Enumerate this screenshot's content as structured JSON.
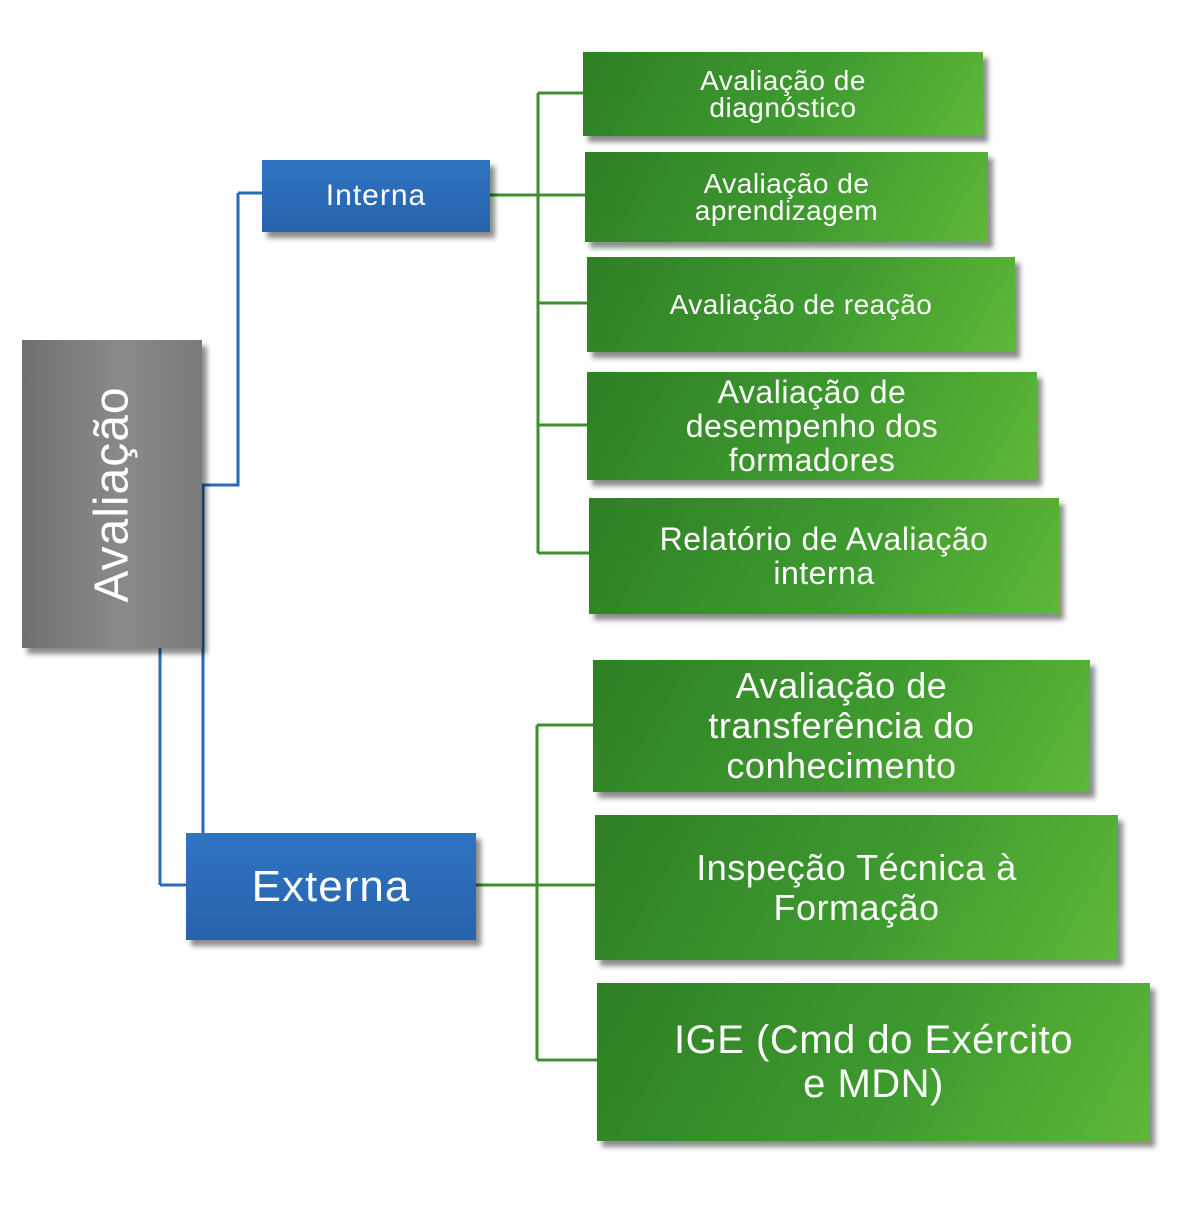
{
  "diagram": {
    "root": {
      "label": "Avaliação"
    },
    "interna": {
      "label": "Interna",
      "children": [
        {
          "label": "Avaliação de\ndiagnóstico"
        },
        {
          "label": "Avaliação de\naprendizagem"
        },
        {
          "label": "Avaliação de reação"
        },
        {
          "label": "Avaliação de\ndesempenho dos\nformadores"
        },
        {
          "label": "Relatório de Avaliação\ninterna"
        }
      ]
    },
    "externa": {
      "label": "Externa",
      "children": [
        {
          "label": "Avaliação de\ntransferência do\nconhecimento"
        },
        {
          "label": "Inspeção Técnica à\nFormação"
        },
        {
          "label": "IGE (Cmd do Exército\ne MDN)"
        }
      ]
    }
  },
  "colors": {
    "root": "#7a7a7a",
    "category": "#2a6bb6",
    "leaf": "#3e9a2f",
    "connector_root": "#2a6bb6",
    "connector_leaf": "#3f8f2e"
  }
}
